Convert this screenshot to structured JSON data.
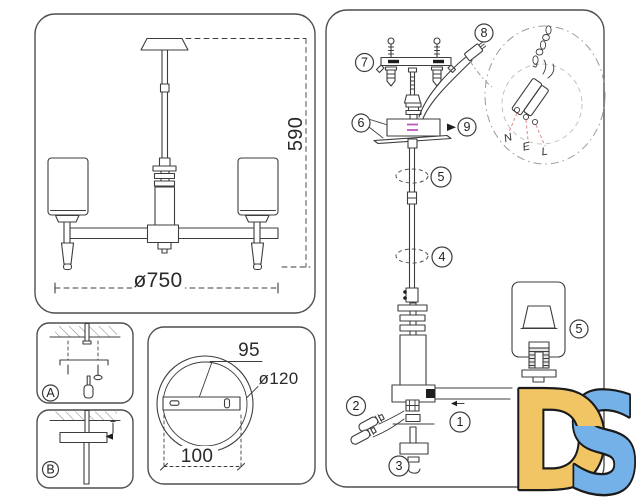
{
  "overview": {
    "height_mm": "590",
    "diameter_mm": "ø750"
  },
  "detail_a": {
    "label": "A"
  },
  "detail_b": {
    "label": "B"
  },
  "plate": {
    "bracket_length_mm": "95",
    "plate_diameter_mm": "ø120",
    "hole_spacing_mm": "100"
  },
  "assembly": {
    "callouts": {
      "c1": "1",
      "c2": "2",
      "c3": "3",
      "c4": "4",
      "c5": "5",
      "c5_shade": "5",
      "c6": "6",
      "c7": "7",
      "c8": "8",
      "c9": "9"
    },
    "wiring": {
      "neutral": "N",
      "earth": "E",
      "live": "L"
    }
  },
  "logo": {
    "letter_d": "D",
    "letter_s": "S"
  },
  "colors": {
    "line": "#3d3d3d",
    "panel_border": "#4f4f4f",
    "wire_mark_magenta": "#bb55bb",
    "leader_red": "#dd8888",
    "logo_yellow": "#f1c464",
    "logo_blue": "#74b1e8",
    "logo_outline": "#1b1b1b"
  }
}
